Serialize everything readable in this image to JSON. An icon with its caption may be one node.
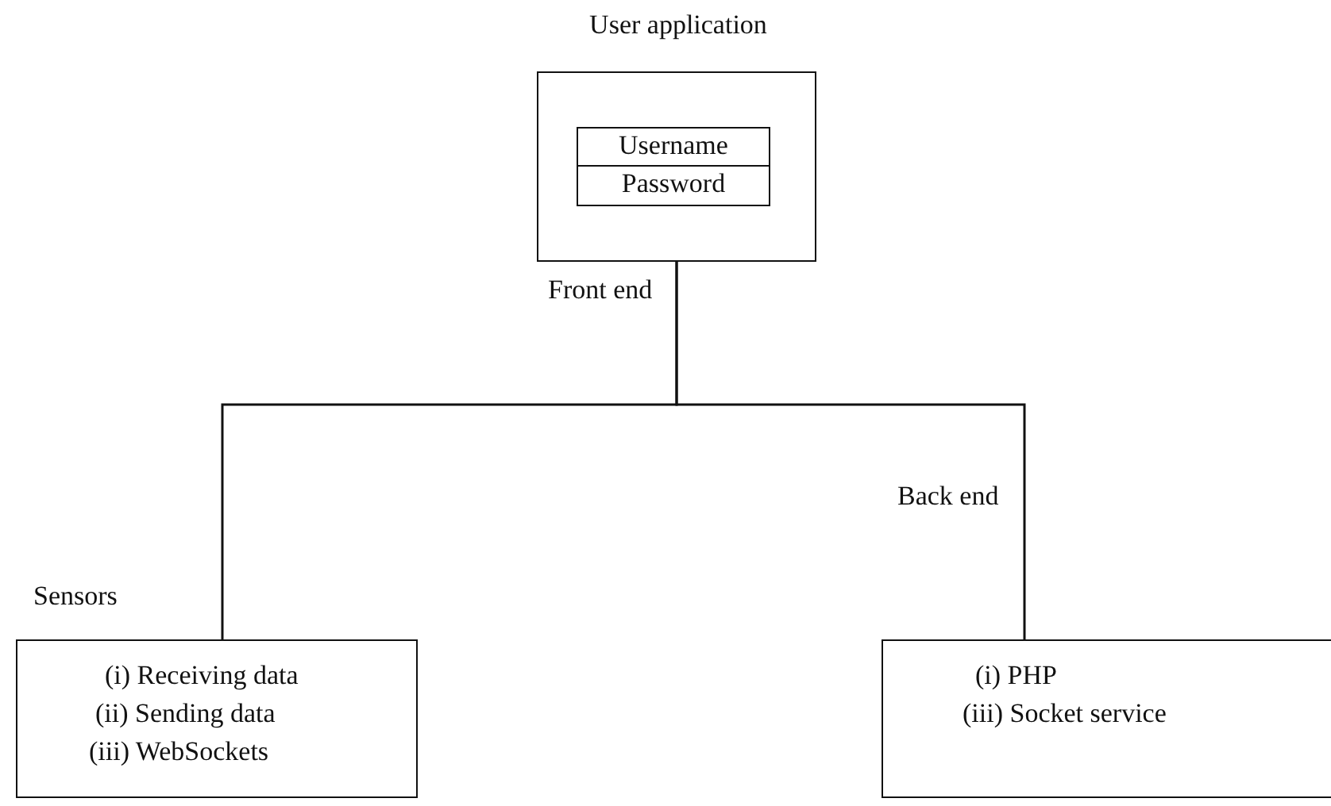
{
  "diagram": {
    "nodes": [
      {
        "text": [
          "User application"
        ]
      },
      {
        "text": [
          "Username"
        ],
        "in": 0
      },
      {
        "text": [
          "Password"
        ],
        "in": 0
      },
      {
        "text": [
          "Sensors",
          "(i) Receiving data",
          "(ii) Sending data",
          "(iii) WebSockets"
        ]
      },
      {
        "text": [
          "(i) PHP",
          "(iii) Socket service"
        ]
      }
    ],
    "edges": [
      {
        "from": 0,
        "to": 3,
        "arrow": "none"
      },
      {
        "from": 0,
        "to": 4,
        "arrow": "none"
      }
    ],
    "labels": [
      "Front end",
      "Back end"
    ]
  }
}
